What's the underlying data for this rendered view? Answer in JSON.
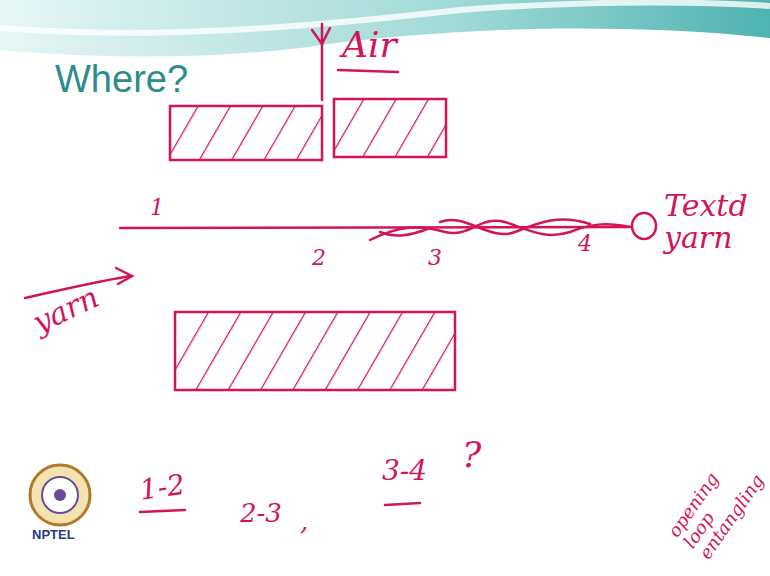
{
  "diagram": {
    "title": "Where?",
    "labels": [
      "Air",
      "1",
      "2",
      "3",
      "4",
      "Textd yarn",
      "yarn",
      "1-2",
      "2-3",
      ",",
      "3-4",
      "?",
      "opening loop entangling",
      "NPTEL"
    ]
  }
}
